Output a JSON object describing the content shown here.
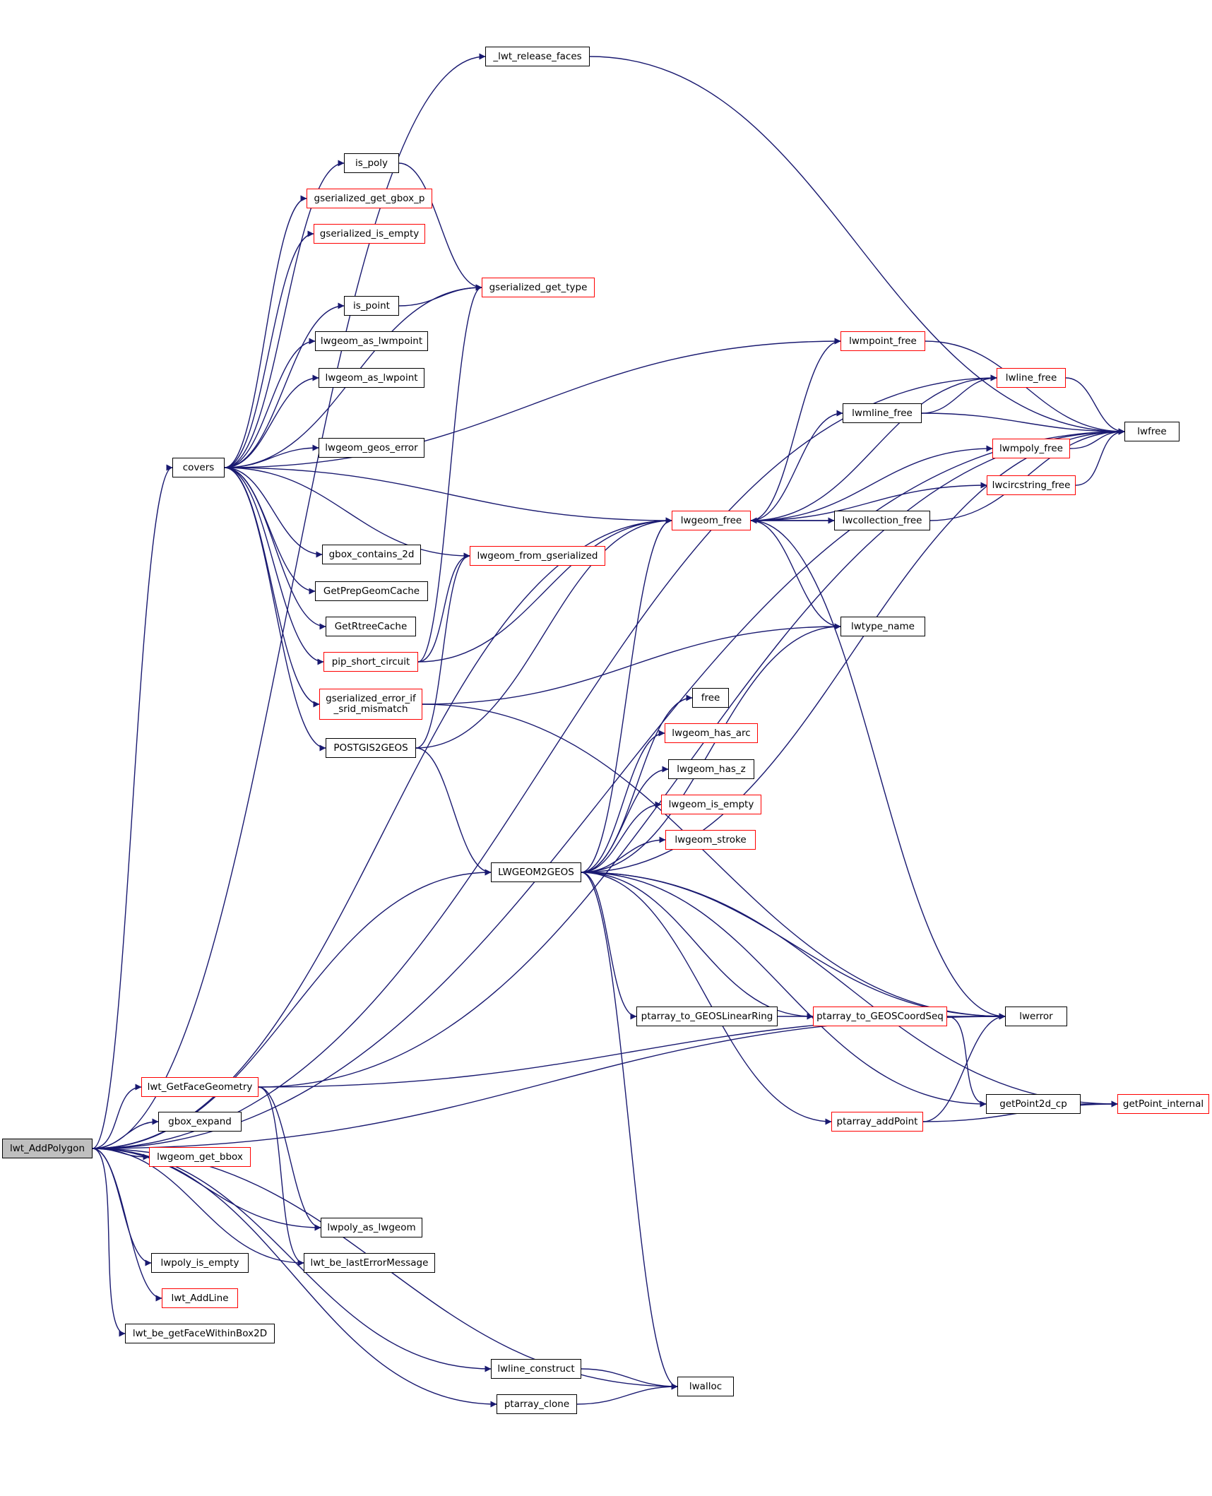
{
  "graph": {
    "root": "lwt_AddPolygon",
    "colors": {
      "edge": "#191970",
      "node_border_documented": "#000000",
      "node_border_undocumented": "#ff0000",
      "root_fill": "#bfbfbf",
      "node_fill": "#ffffff"
    },
    "nodes": [
      {
        "id": "lwt_AddPolygon",
        "label": "lwt_AddPolygon",
        "style": "root"
      },
      {
        "id": "_lwt_release_faces",
        "label": "_lwt_release_faces",
        "style": "black"
      },
      {
        "id": "lwfree",
        "label": "lwfree",
        "style": "black"
      },
      {
        "id": "lwline_free",
        "label": "lwline_free",
        "style": "red"
      },
      {
        "id": "covers",
        "label": "covers",
        "style": "black"
      },
      {
        "id": "is_poly",
        "label": "is_poly",
        "style": "black"
      },
      {
        "id": "gserialized_get_gbox_p",
        "label": "gserialized_get_gbox_p",
        "style": "red"
      },
      {
        "id": "gserialized_is_empty",
        "label": "gserialized_is_empty",
        "style": "red"
      },
      {
        "id": "gserialized_get_type",
        "label": "gserialized_get_type",
        "style": "red"
      },
      {
        "id": "is_point",
        "label": "is_point",
        "style": "black"
      },
      {
        "id": "lwgeom_as_lwmpoint",
        "label": "lwgeom_as_lwmpoint",
        "style": "black"
      },
      {
        "id": "lwgeom_as_lwpoint",
        "label": "lwgeom_as_lwpoint",
        "style": "black"
      },
      {
        "id": "lwmpoint_free",
        "label": "lwmpoint_free",
        "style": "red"
      },
      {
        "id": "lwmline_free",
        "label": "lwmline_free",
        "style": "black"
      },
      {
        "id": "lwgeom_geos_error",
        "label": "lwgeom_geos_error",
        "style": "black"
      },
      {
        "id": "lwmpoly_free",
        "label": "lwmpoly_free",
        "style": "red"
      },
      {
        "id": "lwcircstring_free",
        "label": "lwcircstring_free",
        "style": "red"
      },
      {
        "id": "lwgeom_free",
        "label": "lwgeom_free",
        "style": "red"
      },
      {
        "id": "lwcollection_free",
        "label": "lwcollection_free",
        "style": "black"
      },
      {
        "id": "gbox_contains_2d",
        "label": "gbox_contains_2d",
        "style": "black"
      },
      {
        "id": "lwgeom_from_gserialized",
        "label": "lwgeom_from_gserialized",
        "style": "red"
      },
      {
        "id": "GetPrepGeomCache",
        "label": "GetPrepGeomCache",
        "style": "black"
      },
      {
        "id": "GetRtreeCache",
        "label": "GetRtreeCache",
        "style": "black"
      },
      {
        "id": "lwtype_name",
        "label": "lwtype_name",
        "style": "black"
      },
      {
        "id": "pip_short_circuit",
        "label": "pip_short_circuit",
        "style": "red"
      },
      {
        "id": "gserialized_error_if_srid_mismatch",
        "label": "gserialized_error_if\n_srid_mismatch",
        "style": "red"
      },
      {
        "id": "free",
        "label": "free",
        "style": "black"
      },
      {
        "id": "POSTGIS2GEOS",
        "label": "POSTGIS2GEOS",
        "style": "black"
      },
      {
        "id": "lwgeom_has_arc",
        "label": "lwgeom_has_arc",
        "style": "red"
      },
      {
        "id": "lwgeom_has_z",
        "label": "lwgeom_has_z",
        "style": "black"
      },
      {
        "id": "lwgeom_is_empty",
        "label": "lwgeom_is_empty",
        "style": "red"
      },
      {
        "id": "lwgeom_stroke",
        "label": "lwgeom_stroke",
        "style": "red"
      },
      {
        "id": "LWGEOM2GEOS",
        "label": "LWGEOM2GEOS",
        "style": "black"
      },
      {
        "id": "ptarray_to_GEOSLinearRing",
        "label": "ptarray_to_GEOSLinearRing",
        "style": "black"
      },
      {
        "id": "ptarray_to_GEOSCoordSeq",
        "label": "ptarray_to_GEOSCoordSeq",
        "style": "red"
      },
      {
        "id": "lwerror",
        "label": "lwerror",
        "style": "black"
      },
      {
        "id": "lwt_GetFaceGeometry",
        "label": "lwt_GetFaceGeometry",
        "style": "red"
      },
      {
        "id": "getPoint2d_cp",
        "label": "getPoint2d_cp",
        "style": "black"
      },
      {
        "id": "getPoint_internal",
        "label": "getPoint_internal",
        "style": "red"
      },
      {
        "id": "gbox_expand",
        "label": "gbox_expand",
        "style": "black"
      },
      {
        "id": "ptarray_addPoint",
        "label": "ptarray_addPoint",
        "style": "red"
      },
      {
        "id": "lwgeom_get_bbox",
        "label": "lwgeom_get_bbox",
        "style": "red"
      },
      {
        "id": "lwpoly_as_lwgeom",
        "label": "lwpoly_as_lwgeom",
        "style": "black"
      },
      {
        "id": "lwpoly_is_empty",
        "label": "lwpoly_is_empty",
        "style": "black"
      },
      {
        "id": "lwt_be_lastErrorMessage",
        "label": "lwt_be_lastErrorMessage",
        "style": "black"
      },
      {
        "id": "lwt_AddLine",
        "label": "lwt_AddLine",
        "style": "red"
      },
      {
        "id": "lwt_be_getFaceWithinBox2D",
        "label": "lwt_be_getFaceWithinBox2D",
        "style": "black"
      },
      {
        "id": "lwline_construct",
        "label": "lwline_construct",
        "style": "black"
      },
      {
        "id": "lwalloc",
        "label": "lwalloc",
        "style": "black"
      },
      {
        "id": "ptarray_clone",
        "label": "ptarray_clone",
        "style": "black"
      }
    ],
    "edges": [
      [
        "lwt_AddPolygon",
        "_lwt_release_faces"
      ],
      [
        "lwt_AddPolygon",
        "lwfree"
      ],
      [
        "lwt_AddPolygon",
        "lwline_free"
      ],
      [
        "lwt_AddPolygon",
        "covers"
      ],
      [
        "lwt_AddPolygon",
        "lwgeom_free"
      ],
      [
        "lwt_AddPolygon",
        "LWGEOM2GEOS"
      ],
      [
        "lwt_AddPolygon",
        "lwerror"
      ],
      [
        "lwt_AddPolygon",
        "lwt_GetFaceGeometry"
      ],
      [
        "lwt_AddPolygon",
        "gbox_expand"
      ],
      [
        "lwt_AddPolygon",
        "lwgeom_get_bbox"
      ],
      [
        "lwt_AddPolygon",
        "lwpoly_as_lwgeom"
      ],
      [
        "lwt_AddPolygon",
        "lwt_be_lastErrorMessage"
      ],
      [
        "lwt_AddPolygon",
        "lwpoly_is_empty"
      ],
      [
        "lwt_AddPolygon",
        "lwt_AddLine"
      ],
      [
        "lwt_AddPolygon",
        "lwt_be_getFaceWithinBox2D"
      ],
      [
        "lwt_AddPolygon",
        "lwline_construct"
      ],
      [
        "lwt_AddPolygon",
        "ptarray_clone"
      ],
      [
        "lwt_AddPolygon",
        "lwalloc"
      ],
      [
        "_lwt_release_faces",
        "lwfree"
      ],
      [
        "covers",
        "is_poly"
      ],
      [
        "covers",
        "gserialized_get_gbox_p"
      ],
      [
        "covers",
        "gserialized_is_empty"
      ],
      [
        "covers",
        "gserialized_get_type"
      ],
      [
        "covers",
        "is_point"
      ],
      [
        "covers",
        "lwgeom_as_lwmpoint"
      ],
      [
        "covers",
        "lwgeom_as_lwpoint"
      ],
      [
        "covers",
        "lwmpoint_free"
      ],
      [
        "covers",
        "lwgeom_geos_error"
      ],
      [
        "covers",
        "lwgeom_free"
      ],
      [
        "covers",
        "lwgeom_from_gserialized"
      ],
      [
        "covers",
        "gbox_contains_2d"
      ],
      [
        "covers",
        "GetPrepGeomCache"
      ],
      [
        "covers",
        "GetRtreeCache"
      ],
      [
        "covers",
        "pip_short_circuit"
      ],
      [
        "covers",
        "gserialized_error_if_srid_mismatch"
      ],
      [
        "covers",
        "POSTGIS2GEOS"
      ],
      [
        "is_poly",
        "gserialized_get_type"
      ],
      [
        "is_point",
        "gserialized_get_type"
      ],
      [
        "lwmpoint_free",
        "lwfree"
      ],
      [
        "lwline_free",
        "lwfree"
      ],
      [
        "lwmline_free",
        "lwline_free"
      ],
      [
        "lwmline_free",
        "lwfree"
      ],
      [
        "lwmpoly_free",
        "lwfree"
      ],
      [
        "lwcircstring_free",
        "lwfree"
      ],
      [
        "lwcollection_free",
        "lwfree"
      ],
      [
        "lwcollection_free",
        "lwgeom_free"
      ],
      [
        "lwgeom_free",
        "lwmpoint_free"
      ],
      [
        "lwgeom_free",
        "lwline_free"
      ],
      [
        "lwgeom_free",
        "lwmline_free"
      ],
      [
        "lwgeom_free",
        "lwmpoly_free"
      ],
      [
        "lwgeom_free",
        "lwcircstring_free"
      ],
      [
        "lwgeom_free",
        "lwcollection_free"
      ],
      [
        "lwgeom_free",
        "lwtype_name"
      ],
      [
        "lwgeom_free",
        "lwerror"
      ],
      [
        "pip_short_circuit",
        "lwgeom_from_gserialized"
      ],
      [
        "pip_short_circuit",
        "lwgeom_free"
      ],
      [
        "pip_short_circuit",
        "gserialized_get_type"
      ],
      [
        "gserialized_error_if_srid_mismatch",
        "lwerror"
      ],
      [
        "gserialized_error_if_srid_mismatch",
        "lwtype_name"
      ],
      [
        "POSTGIS2GEOS",
        "lwgeom_from_gserialized"
      ],
      [
        "POSTGIS2GEOS",
        "lwgeom_free"
      ],
      [
        "POSTGIS2GEOS",
        "LWGEOM2GEOS"
      ],
      [
        "LWGEOM2GEOS",
        "lwfree"
      ],
      [
        "LWGEOM2GEOS",
        "free"
      ],
      [
        "LWGEOM2GEOS",
        "lwgeom_has_arc"
      ],
      [
        "LWGEOM2GEOS",
        "lwgeom_has_z"
      ],
      [
        "LWGEOM2GEOS",
        "lwgeom_is_empty"
      ],
      [
        "LWGEOM2GEOS",
        "lwgeom_stroke"
      ],
      [
        "LWGEOM2GEOS",
        "lwgeom_free"
      ],
      [
        "LWGEOM2GEOS",
        "lwtype_name"
      ],
      [
        "LWGEOM2GEOS",
        "lwerror"
      ],
      [
        "LWGEOM2GEOS",
        "getPoint_internal"
      ],
      [
        "LWGEOM2GEOS",
        "ptarray_to_GEOSLinearRing"
      ],
      [
        "LWGEOM2GEOS",
        "ptarray_to_GEOSCoordSeq"
      ],
      [
        "LWGEOM2GEOS",
        "ptarray_addPoint"
      ],
      [
        "LWGEOM2GEOS",
        "getPoint2d_cp"
      ],
      [
        "LWGEOM2GEOS",
        "lwalloc"
      ],
      [
        "ptarray_to_GEOSLinearRing",
        "ptarray_to_GEOSCoordSeq"
      ],
      [
        "ptarray_to_GEOSCoordSeq",
        "lwerror"
      ],
      [
        "ptarray_to_GEOSCoordSeq",
        "getPoint2d_cp"
      ],
      [
        "getPoint2d_cp",
        "getPoint_internal"
      ],
      [
        "ptarray_addPoint",
        "lwerror"
      ],
      [
        "ptarray_addPoint",
        "getPoint_internal"
      ],
      [
        "lwt_GetFaceGeometry",
        "lwerror"
      ],
      [
        "lwt_GetFaceGeometry",
        "lwfree"
      ],
      [
        "lwt_GetFaceGeometry",
        "lwpoly_as_lwgeom"
      ],
      [
        "lwt_GetFaceGeometry",
        "lwt_be_lastErrorMessage"
      ],
      [
        "lwline_construct",
        "lwalloc"
      ],
      [
        "ptarray_clone",
        "lwalloc"
      ]
    ]
  }
}
